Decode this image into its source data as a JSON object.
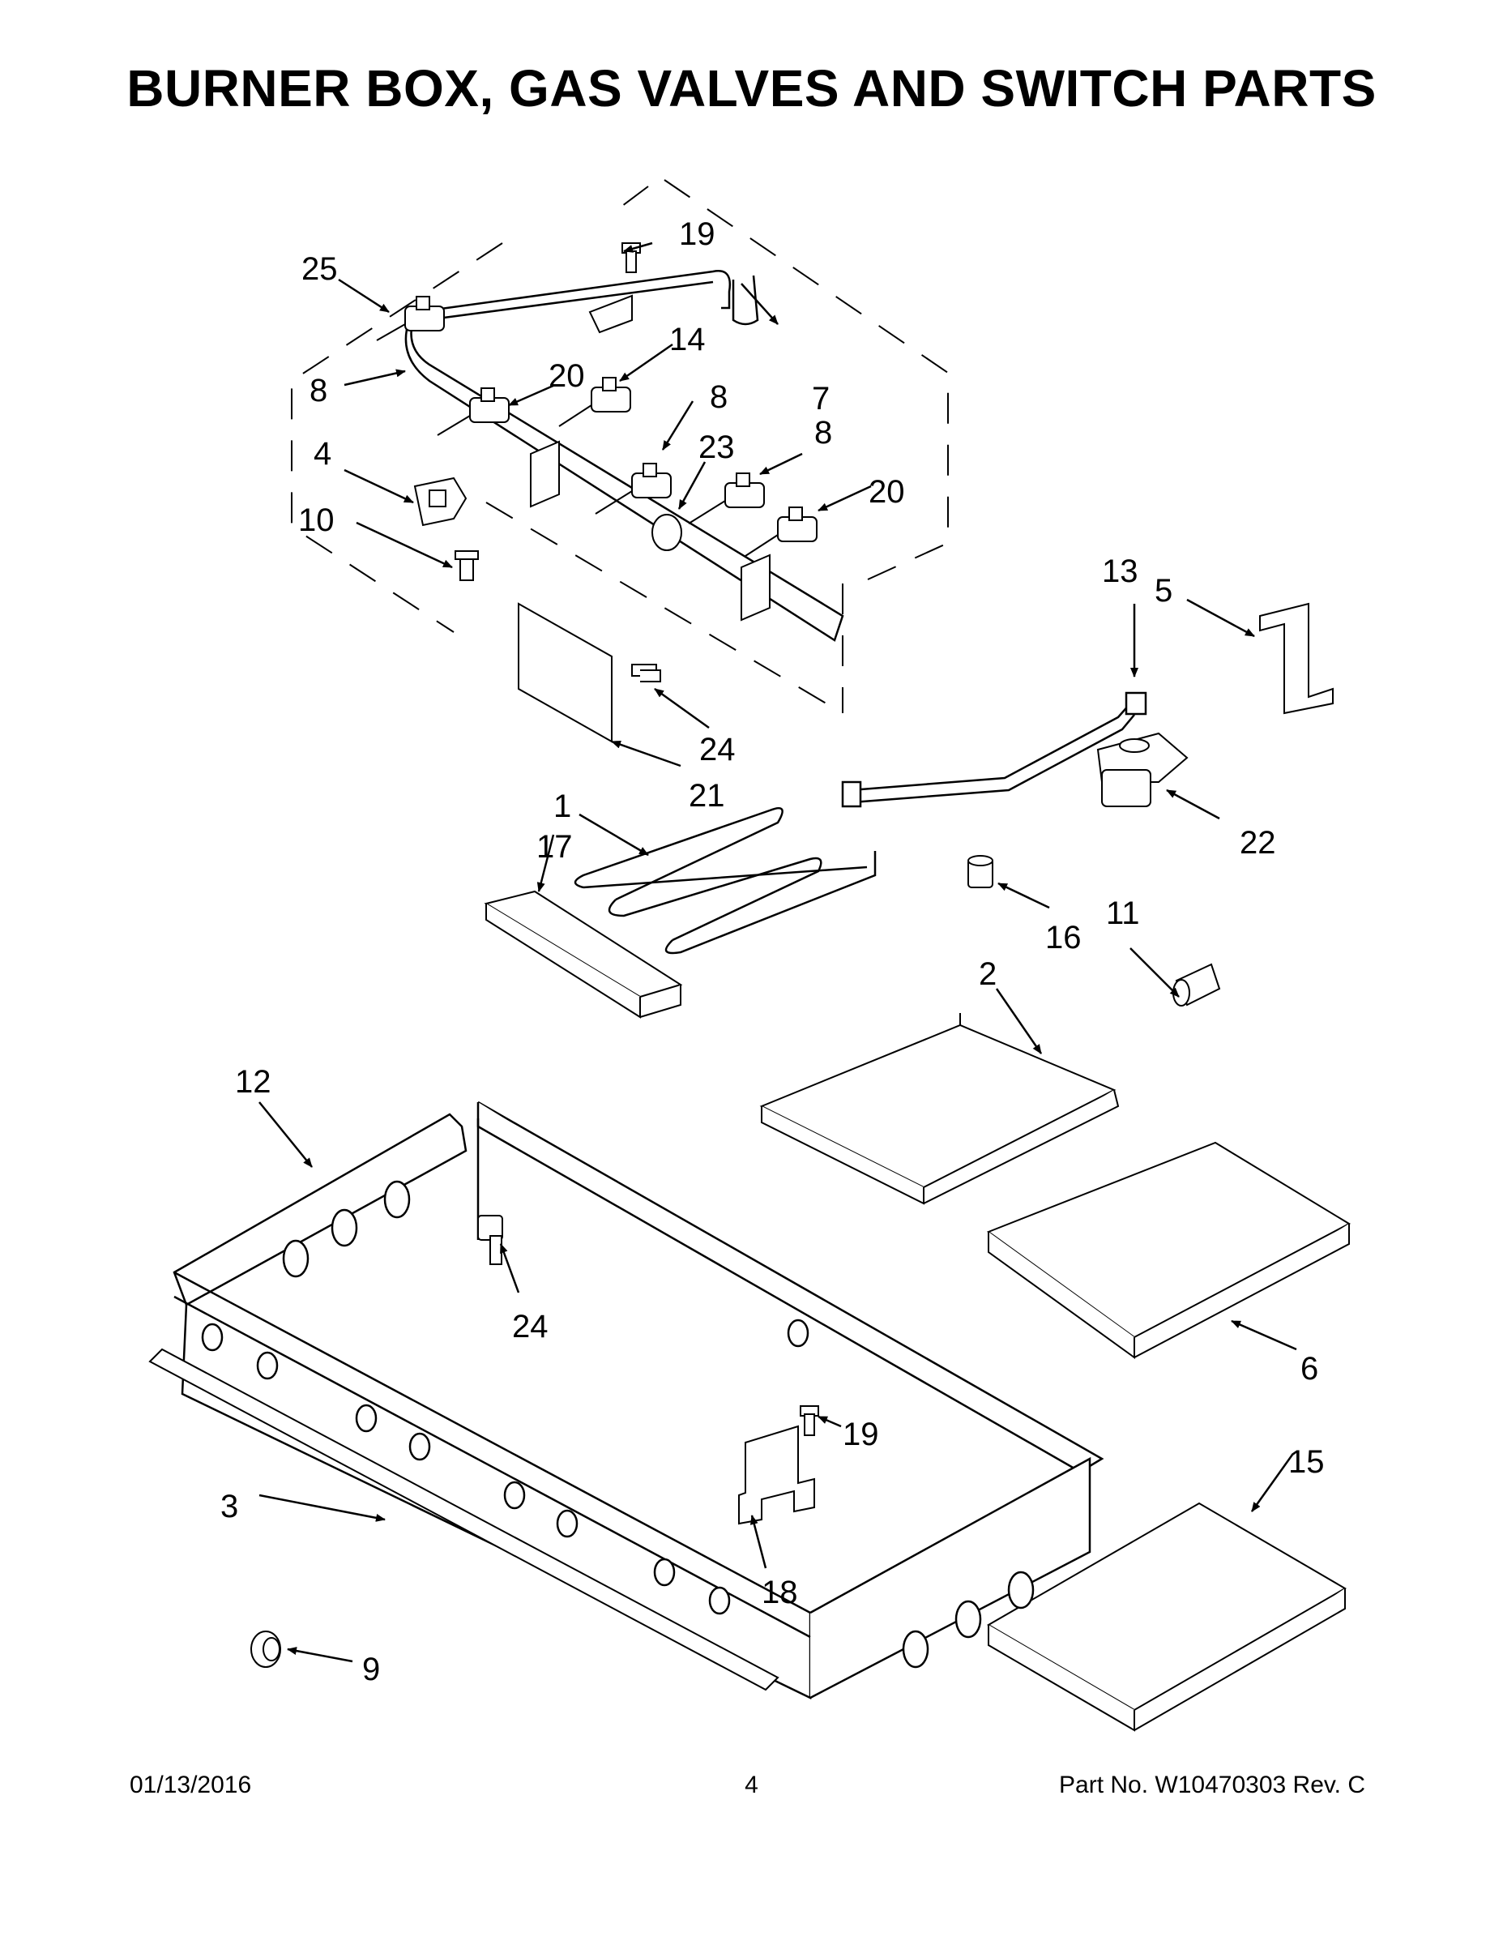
{
  "title": "BURNER BOX, GAS VALVES AND SWITCH PARTS",
  "callouts": {
    "c1": "1",
    "c2": "2",
    "c3": "3",
    "c4": "4",
    "c5": "5",
    "c6": "6",
    "c7": "7",
    "c8a": "8",
    "c8b": "8",
    "c8c": "8",
    "c9": "9",
    "c10": "10",
    "c11": "11",
    "c12": "12",
    "c13": "13",
    "c14": "14",
    "c15": "15",
    "c16": "16",
    "c17": "17",
    "c18": "18",
    "c19a": "19",
    "c19b": "19",
    "c20a": "20",
    "c20b": "20",
    "c21": "21",
    "c22": "22",
    "c23": "23",
    "c24a": "24",
    "c24b": "24",
    "c25": "25"
  },
  "footer": {
    "date": "01/13/2016",
    "page": "4",
    "part": "Part No.  W10470303  Rev.  C"
  }
}
